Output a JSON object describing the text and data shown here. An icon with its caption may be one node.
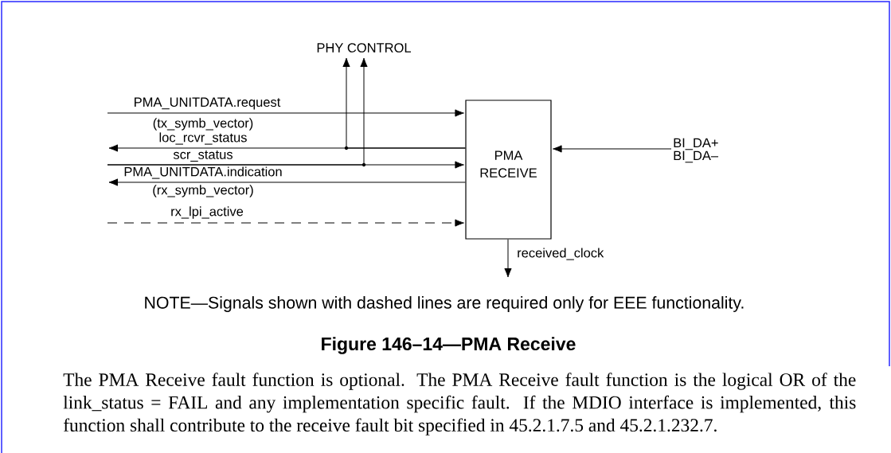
{
  "diagram": {
    "caption": "Figure 146–14—PMA Receive",
    "nodes": [
      {
        "text": [
          "PMA RECEIVE"
        ]
      },
      {
        "text": [
          "BI_DA+ BI_DA–"
        ]
      },
      {
        "text": [
          "PHY CONTROL"
        ]
      }
    ],
    "edges": [
      {
        "from": null,
        "to": 0,
        "arrow": "to",
        "label": "PMA_UNITDATA.request"
      },
      {
        "from": 0,
        "to": null,
        "arrow": "to",
        "label": "loc_rcvr_status"
      },
      {
        "from": null,
        "to": 0,
        "arrow": "to",
        "label": "scr_status"
      },
      {
        "from": 0,
        "to": null,
        "arrow": "to",
        "label": "PMA_UNITDATA.indication"
      },
      {
        "from": null,
        "to": 0,
        "arrow": "to",
        "label": "rx_lpi_active",
        "style": "dashed"
      },
      {
        "from": 1,
        "to": 0,
        "arrow": "to"
      },
      {
        "from": 0,
        "to": null,
        "arrow": "to",
        "label": "received_clock"
      },
      {
        "from": 0,
        "to": 2,
        "arrow": "to"
      },
      {
        "from": null,
        "to": 2,
        "arrow": "to"
      }
    ],
    "labels": [
      "(tx_symb_vector)",
      "(rx_symb_vector)",
      "NOTE—Signals shown with dashed lines are required only for EEE functionality.",
      "The PMA Receive fault function is optional. The PMA Receive fault function is the logical OR of the link_status = FAIL and any implementation specific fault. If the MDIO interface is implemented, this function shall contribute to the receive fault bit specified in 45.2.1.7.5 and 45.2.1.232.7."
    ]
  }
}
